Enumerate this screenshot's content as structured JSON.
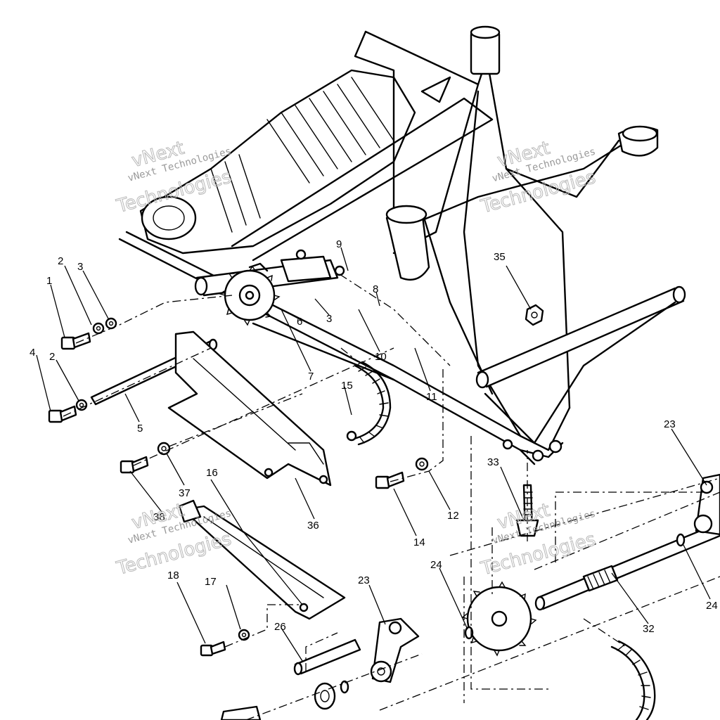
{
  "watermark": {
    "line1": "vNext Technologies",
    "line2": "Technologies",
    "line0": "vNext"
  },
  "callouts": [
    {
      "id": "c1",
      "label": "1"
    },
    {
      "id": "c2a",
      "label": "2"
    },
    {
      "id": "c3a",
      "label": "3"
    },
    {
      "id": "c4",
      "label": "4"
    },
    {
      "id": "c2b",
      "label": "2"
    },
    {
      "id": "c5",
      "label": "5"
    },
    {
      "id": "c6",
      "label": "6"
    },
    {
      "id": "c3b",
      "label": "3"
    },
    {
      "id": "c7",
      "label": "7"
    },
    {
      "id": "c8",
      "label": "8"
    },
    {
      "id": "c9",
      "label": "9"
    },
    {
      "id": "c10",
      "label": "10"
    },
    {
      "id": "c11",
      "label": "11"
    },
    {
      "id": "c12",
      "label": "12"
    },
    {
      "id": "c14",
      "label": "14"
    },
    {
      "id": "c15",
      "label": "15"
    },
    {
      "id": "c16",
      "label": "16"
    },
    {
      "id": "c17",
      "label": "17"
    },
    {
      "id": "c18",
      "label": "18"
    },
    {
      "id": "c23a",
      "label": "23"
    },
    {
      "id": "c23b",
      "label": "23"
    },
    {
      "id": "c24a",
      "label": "24"
    },
    {
      "id": "c24b",
      "label": "24"
    },
    {
      "id": "c26",
      "label": "26"
    },
    {
      "id": "c32",
      "label": "32"
    },
    {
      "id": "c33",
      "label": "33"
    },
    {
      "id": "c35",
      "label": "35"
    },
    {
      "id": "c36",
      "label": "36"
    },
    {
      "id": "c37",
      "label": "37"
    },
    {
      "id": "c38",
      "label": "38"
    }
  ]
}
